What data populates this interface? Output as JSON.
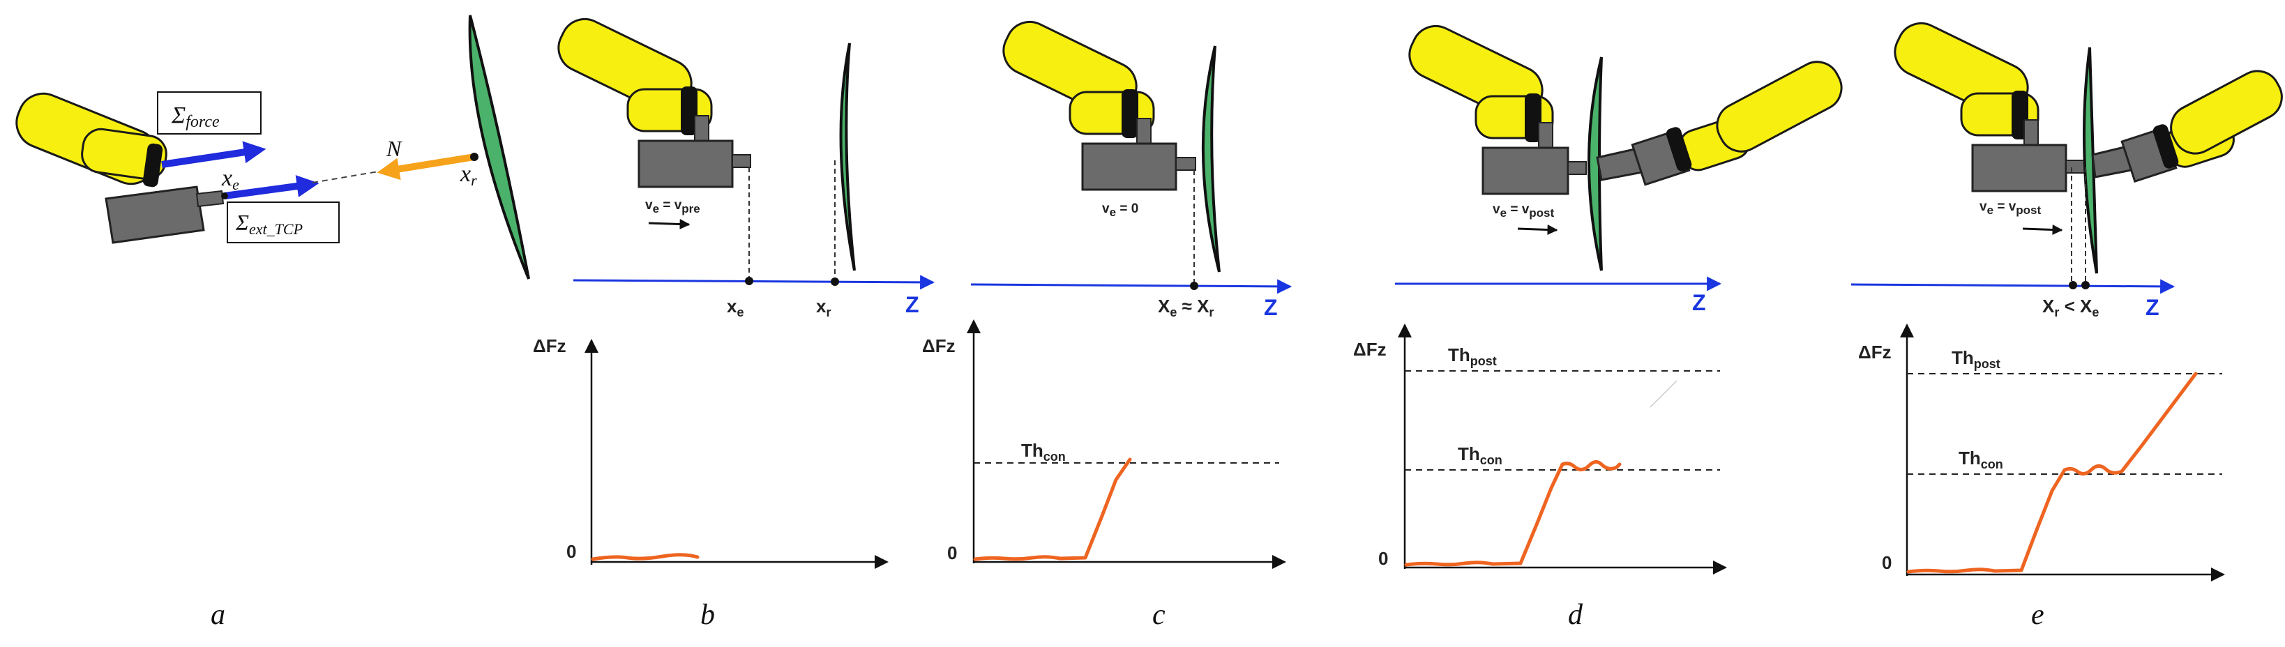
{
  "colors": {
    "robot": "#f7ef10",
    "robot_stroke": "#1a1a1a",
    "tool": "#6b6b6b",
    "tool_dark": "#4d4d4d",
    "joint": "#111111",
    "surface": "#4ab26a",
    "force_arrow": "#1f2bdc",
    "normal_arrow": "#f6a21a",
    "z_axis": "#1a36e0",
    "force_curve": "#ee6420",
    "dashed": "#222222"
  },
  "icons": [
    "robot-arm-icon",
    "end-effector-tool-icon",
    "contact-surface-icon"
  ],
  "panel_a": {
    "caption": "a",
    "sigma_force": "Σ",
    "sigma_force_sub": "force",
    "sigma_ext": "Σ",
    "sigma_ext_sub": "ext_TCP",
    "x_e": "x",
    "x_e_sub": "e",
    "x_r": "x",
    "x_r_sub": "r",
    "normal": "N"
  },
  "panel_b": {
    "caption": "b",
    "velocity": "v",
    "velocity_sub": "e",
    "velocity_eq": " = v",
    "velocity_eq_sub": "pre",
    "xe": "x",
    "xe_sub": "e",
    "xr": "x",
    "xr_sub": "r",
    "axis": "Z",
    "y_label": "ΔFz",
    "zero": "0"
  },
  "panel_c": {
    "caption": "c",
    "velocity": "v",
    "velocity_sub": "e",
    "velocity_eq": " = 0",
    "pos_a": "X",
    "pos_a_sub": "e",
    "pos_rel": " ≈ ",
    "pos_b": "X",
    "pos_b_sub": "r",
    "axis": "Z",
    "y_label": "ΔFz",
    "zero": "0",
    "th_con": "Th",
    "th_con_sub": "con"
  },
  "panel_d": {
    "caption": "d",
    "velocity": "v",
    "velocity_sub": "e",
    "velocity_eq": " = v",
    "velocity_eq_sub": "post",
    "axis": "Z",
    "y_label": "ΔFz",
    "zero": "0",
    "th_post": "Th",
    "th_post_sub": "post",
    "th_con": "Th",
    "th_con_sub": "con"
  },
  "panel_e": {
    "caption": "e",
    "velocity": "v",
    "velocity_sub": "e",
    "velocity_eq": " = v",
    "velocity_eq_sub": "post",
    "pos_a": "X",
    "pos_a_sub": "r",
    "pos_rel": " < ",
    "pos_b": "X",
    "pos_b_sub": "e",
    "axis": "Z",
    "y_label": "ΔFz",
    "zero": "0",
    "th_post": "Th",
    "th_post_sub": "post",
    "th_con": "Th",
    "th_con_sub": "con"
  }
}
